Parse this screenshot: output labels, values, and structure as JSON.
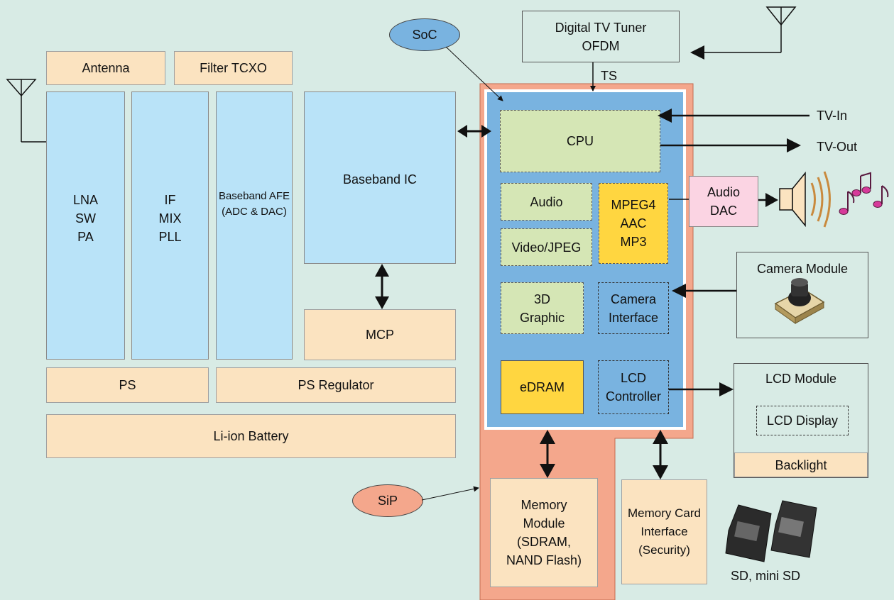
{
  "colors": {
    "background": "#d8ebe5",
    "tan": "#fbe3c0",
    "light_blue": "#b9e3f8",
    "soc_blue": "#79b3e0",
    "sip_salmon": "#f4a78c",
    "green": "#d5e6b5",
    "yellow": "#ffd640",
    "pink": "#fbd4e3",
    "note_magenta": "#d63a9a"
  },
  "rf": {
    "antenna_label": "Antenna",
    "filter_label": "Filter TCXO",
    "lna": "LNA\nSW\nPA",
    "if_mix": "IF\nMIX\nPLL",
    "afe": "Baseband AFE\n(ADC & DAC)",
    "baseband": "Baseband IC",
    "mcp": "MCP",
    "ps": "PS",
    "ps_regulator": "PS Regulator",
    "battery": "Li-ion Battery"
  },
  "soc": {
    "soc_label": "SoC",
    "sip_label": "SiP",
    "cpu": "CPU",
    "audio": "Audio",
    "video": "Video/JPEG",
    "codec": "MPEG4\nAAC\nMP3",
    "graphic": "3D\nGraphic",
    "camera_interface": "Camera\nInterface",
    "edram": "eDRAM",
    "lcd_controller": "LCD\nController"
  },
  "peripherals": {
    "tv_tuner": "Digital TV Tuner\nOFDM",
    "ts_label": "TS",
    "tv_in": "TV-In",
    "tv_out": "TV-Out",
    "audio_dac": "Audio\nDAC",
    "camera_module": "Camera Module",
    "lcd_module": "LCD Module",
    "lcd_display": "LCD Display",
    "backlight": "Backlight",
    "memory_module": "Memory\nModule\n(SDRAM,\nNAND Flash)",
    "memory_card": "Memory Card\nInterface\n(Security)",
    "sd_label": "SD, mini SD"
  }
}
